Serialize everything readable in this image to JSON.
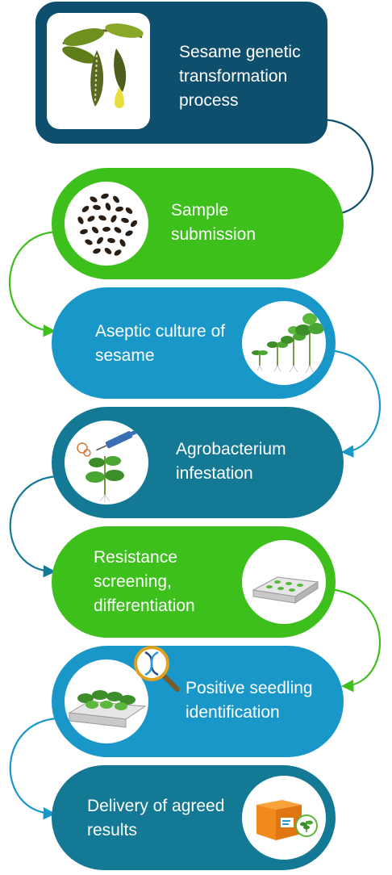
{
  "header": {
    "title": "Sesame genetic transformation process",
    "icon": "sesame-plant-oil-drop-icon"
  },
  "steps": [
    {
      "label": "Sample submission",
      "icon": "sesame-seeds-icon",
      "color": "#3dbf1c"
    },
    {
      "label": "Aseptic culture of sesame",
      "icon": "seedling-growth-icon",
      "color": "#1a97c9"
    },
    {
      "label": "Agrobacterium infestation",
      "icon": "syringe-plant-icon",
      "color": "#137995"
    },
    {
      "label": "Resistance screening, differentiation",
      "icon": "culture-tray-icon",
      "color": "#3dbf1c"
    },
    {
      "label": "Positive seedling identification",
      "icon": "dna-magnifier-icon",
      "color": "#1a97c9"
    },
    {
      "label": "Delivery of agreed results",
      "icon": "package-box-icon",
      "color": "#137995"
    }
  ],
  "colors": {
    "header": "#0f4f6e",
    "green": "#3dbf1c",
    "light_blue": "#1a97c9",
    "teal": "#137995"
  }
}
